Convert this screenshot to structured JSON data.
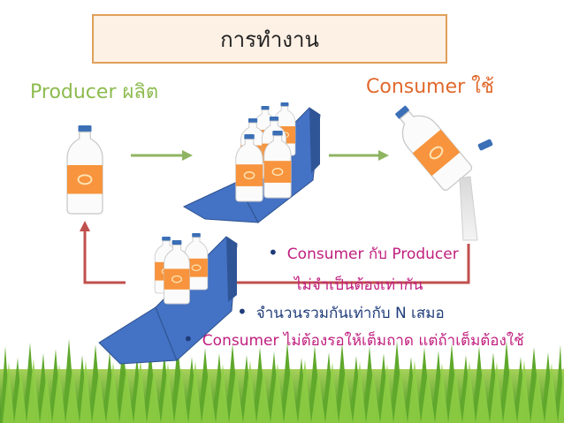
{
  "title": "การทำงาน",
  "producer_label": "Producer ผลิต",
  "consumer_label": "Consumer ใช้",
  "bullets": {
    "line1": "Consumer กับ Producer",
    "line1b": "ไม่จำเป็นต้องเท่ากัน",
    "line2": "จำนวนรวมกันเท่ากับ N เสมอ",
    "line3": "Consumer ไม่ต้องรอให้เต็มถาด แต่ถ้าเต็มต้องใช้"
  },
  "colors": {
    "producer": "#8dbb4e",
    "consumer": "#e0692d",
    "bullet_text": "#c0207f",
    "bullet_dark": "#1f3c7a",
    "arrow_green": "#8fb462",
    "arrow_red": "#c0504d",
    "tray": "#4472c4",
    "bottle_label": "#f7943d",
    "bottle_cap": "#3b6fb6"
  }
}
